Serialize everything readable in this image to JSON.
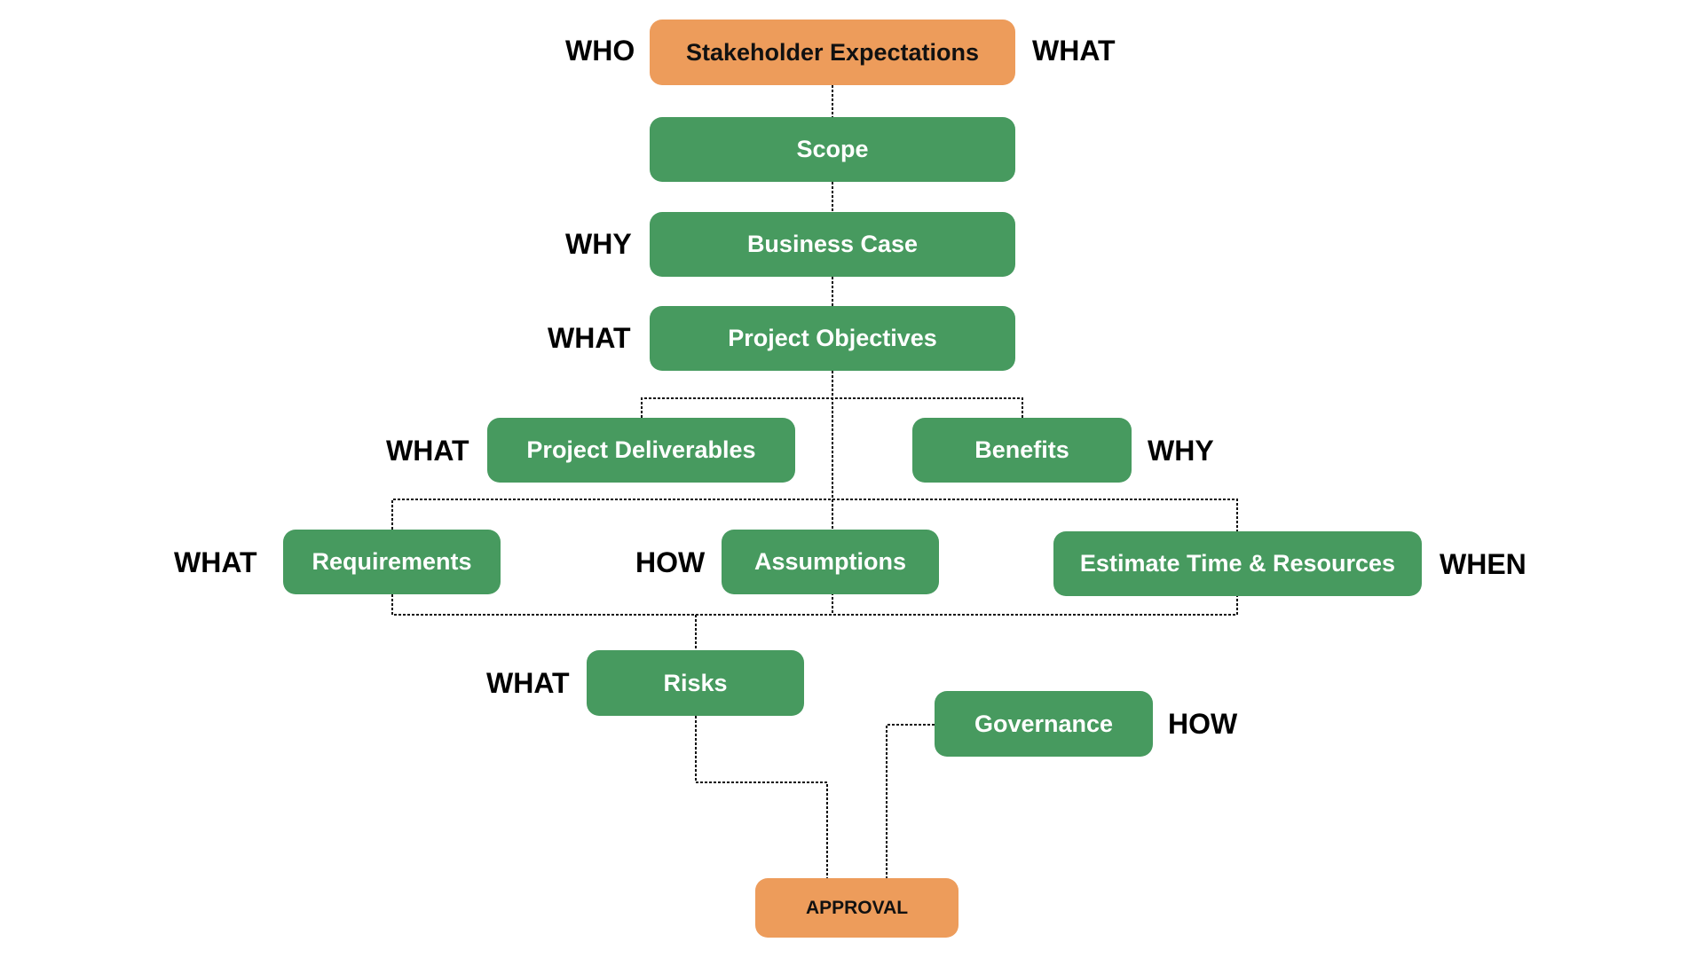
{
  "diagram": {
    "colors": {
      "process_green": "#479a5f",
      "endpoint_orange": "#ed9c5b",
      "connector": "#111111"
    },
    "nodes": {
      "stakeholder": {
        "label": "Stakeholder Expectations",
        "left_tag": "WHO",
        "right_tag": "WHAT"
      },
      "scope": {
        "label": "Scope"
      },
      "business_case": {
        "label": "Business Case",
        "left_tag": "WHY"
      },
      "objectives": {
        "label": "Project Objectives",
        "left_tag": "WHAT"
      },
      "deliverables": {
        "label": "Project Deliverables",
        "left_tag": "WHAT"
      },
      "benefits": {
        "label": "Benefits",
        "right_tag": "WHY"
      },
      "requirements": {
        "label": "Requirements",
        "left_tag": "WHAT"
      },
      "assumptions": {
        "label": "Assumptions",
        "left_tag": "HOW"
      },
      "estimate": {
        "label": "Estimate Time & Resources",
        "right_tag": "WHEN"
      },
      "risks": {
        "label": "Risks",
        "left_tag": "WHAT"
      },
      "governance": {
        "label": "Governance",
        "right_tag": "HOW"
      },
      "approval": {
        "label": "APPROVAL"
      }
    },
    "edges": [
      [
        "Stakeholder Expectations",
        "Scope"
      ],
      [
        "Scope",
        "Business Case"
      ],
      [
        "Business Case",
        "Project Objectives"
      ],
      [
        "Project Objectives",
        "Project Deliverables"
      ],
      [
        "Project Objectives",
        "Benefits"
      ],
      [
        "Project Objectives",
        "Requirements"
      ],
      [
        "Project Objectives",
        "Assumptions"
      ],
      [
        "Project Objectives",
        "Estimate Time & Resources"
      ],
      [
        "Requirements",
        "Risks"
      ],
      [
        "Assumptions",
        "Risks"
      ],
      [
        "Estimate Time & Resources",
        "Risks"
      ],
      [
        "Risks",
        "APPROVAL"
      ],
      [
        "Governance",
        "APPROVAL"
      ]
    ]
  }
}
